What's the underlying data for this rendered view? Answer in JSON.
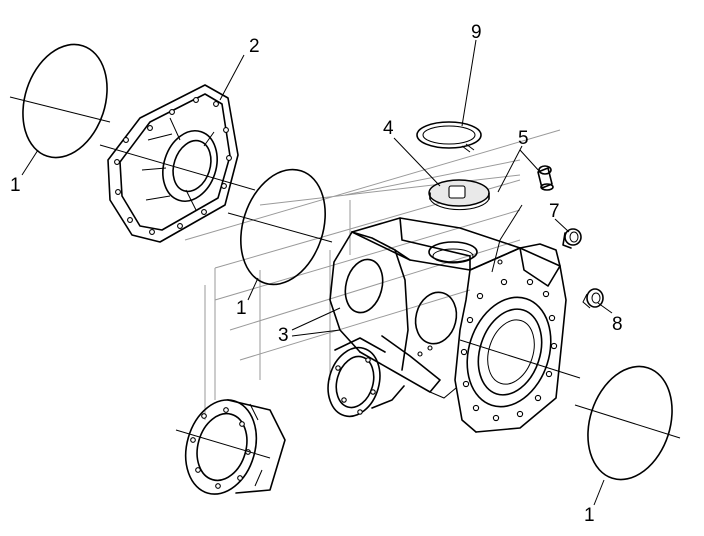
{
  "callouts": [
    {
      "id": "c2",
      "text": "2"
    },
    {
      "id": "c9",
      "text": "9"
    },
    {
      "id": "c4",
      "text": "4"
    },
    {
      "id": "c5",
      "text": "5"
    },
    {
      "id": "c7",
      "text": "7"
    },
    {
      "id": "c8",
      "text": "8"
    },
    {
      "id": "c3",
      "text": "3"
    },
    {
      "id": "c1a",
      "text": "1"
    },
    {
      "id": "c1b",
      "text": "1"
    },
    {
      "id": "c1c",
      "text": "1"
    }
  ]
}
